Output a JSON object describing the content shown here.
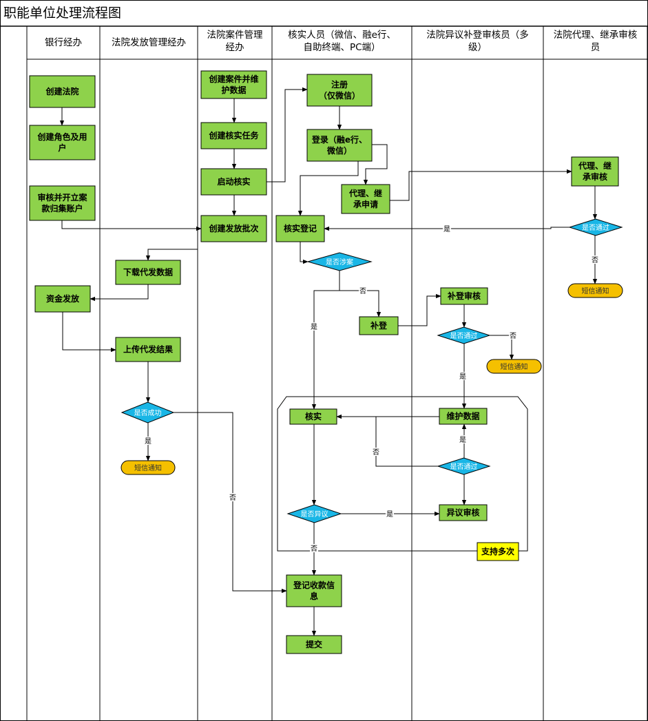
{
  "title": "职能单位处理流程图",
  "colors": {
    "process_fill": "#8ED24B",
    "decision_fill": "#19B6E6",
    "terminal_fill": "#F5C000",
    "note_fill": "#FFFF00",
    "line": "#000000"
  },
  "lanes": [
    {
      "id": "bank",
      "lines": [
        "银行经办"
      ]
    },
    {
      "id": "court-grant",
      "lines": [
        "法院发放管理经办"
      ]
    },
    {
      "id": "court-case",
      "lines": [
        "法院案件管理",
        "经办"
      ]
    },
    {
      "id": "verifier",
      "lines": [
        "核实人员（微信、融e行、",
        "自助终端、PC端）"
      ]
    },
    {
      "id": "objection",
      "lines": [
        "法院异议补登审核员（多",
        "级）"
      ]
    },
    {
      "id": "agent",
      "lines": [
        "法院代理、继承审核",
        "员"
      ]
    }
  ],
  "nodes": {
    "create_court": {
      "type": "process",
      "lines": [
        "创建法院"
      ]
    },
    "create_role": {
      "type": "process",
      "lines": [
        "创建角色及用",
        "户"
      ]
    },
    "audit_account": {
      "type": "process",
      "lines": [
        "审核并开立案",
        "款归集账户"
      ]
    },
    "fund_release": {
      "type": "process",
      "lines": [
        "资金发放"
      ]
    },
    "download_data": {
      "type": "process",
      "lines": [
        "下载代发数据"
      ]
    },
    "upload_result": {
      "type": "process",
      "lines": [
        "上传代发结果"
      ]
    },
    "is_success": {
      "type": "decision",
      "lines": [
        "是否成功"
      ]
    },
    "sms_1": {
      "type": "terminal",
      "lines": [
        "短信通知"
      ]
    },
    "create_case": {
      "type": "process",
      "lines": [
        "创建案件并维",
        "护数据"
      ]
    },
    "create_task": {
      "type": "process",
      "lines": [
        "创建核实任务"
      ]
    },
    "start_verify": {
      "type": "process",
      "lines": [
        "启动核实"
      ]
    },
    "create_batch": {
      "type": "process",
      "lines": [
        "创建发放批次"
      ]
    },
    "register": {
      "type": "process",
      "lines": [
        "注册",
        "（仅微信）"
      ]
    },
    "login": {
      "type": "process",
      "lines": [
        "登录（融e行、",
        "微信）"
      ]
    },
    "agent_apply": {
      "type": "process",
      "lines": [
        "代理、继",
        "承申请"
      ]
    },
    "verify_register": {
      "type": "process",
      "lines": [
        "核实登记"
      ]
    },
    "is_involved": {
      "type": "decision",
      "lines": [
        "是否涉案"
      ]
    },
    "supplement": {
      "type": "process",
      "lines": [
        "补登"
      ]
    },
    "verify": {
      "type": "process",
      "lines": [
        "核实"
      ]
    },
    "is_objection": {
      "type": "decision",
      "lines": [
        "是否异议"
      ]
    },
    "record_payment": {
      "type": "process",
      "lines": [
        "登记收款信",
        "息"
      ]
    },
    "submit": {
      "type": "process",
      "lines": [
        "提交"
      ]
    },
    "supplement_review": {
      "type": "process",
      "lines": [
        "补登审核"
      ]
    },
    "is_pass_1": {
      "type": "decision",
      "lines": [
        "是否通过"
      ]
    },
    "sms_2": {
      "type": "terminal",
      "lines": [
        "短信通知"
      ]
    },
    "maintain_data": {
      "type": "process",
      "lines": [
        "维护数据"
      ]
    },
    "is_pass_2": {
      "type": "decision",
      "lines": [
        "是否通过"
      ]
    },
    "objection_review": {
      "type": "process",
      "lines": [
        "异议审核"
      ]
    },
    "agent_review": {
      "type": "process",
      "lines": [
        "代理、继",
        "承审核"
      ]
    },
    "is_pass_3": {
      "type": "decision",
      "lines": [
        "是否通过"
      ]
    },
    "sms_3": {
      "type": "terminal",
      "lines": [
        "短信通知"
      ]
    },
    "multi_note": {
      "type": "note",
      "lines": [
        "支持多次"
      ]
    }
  },
  "edge_labels": {
    "yes": "是",
    "no": "否"
  }
}
